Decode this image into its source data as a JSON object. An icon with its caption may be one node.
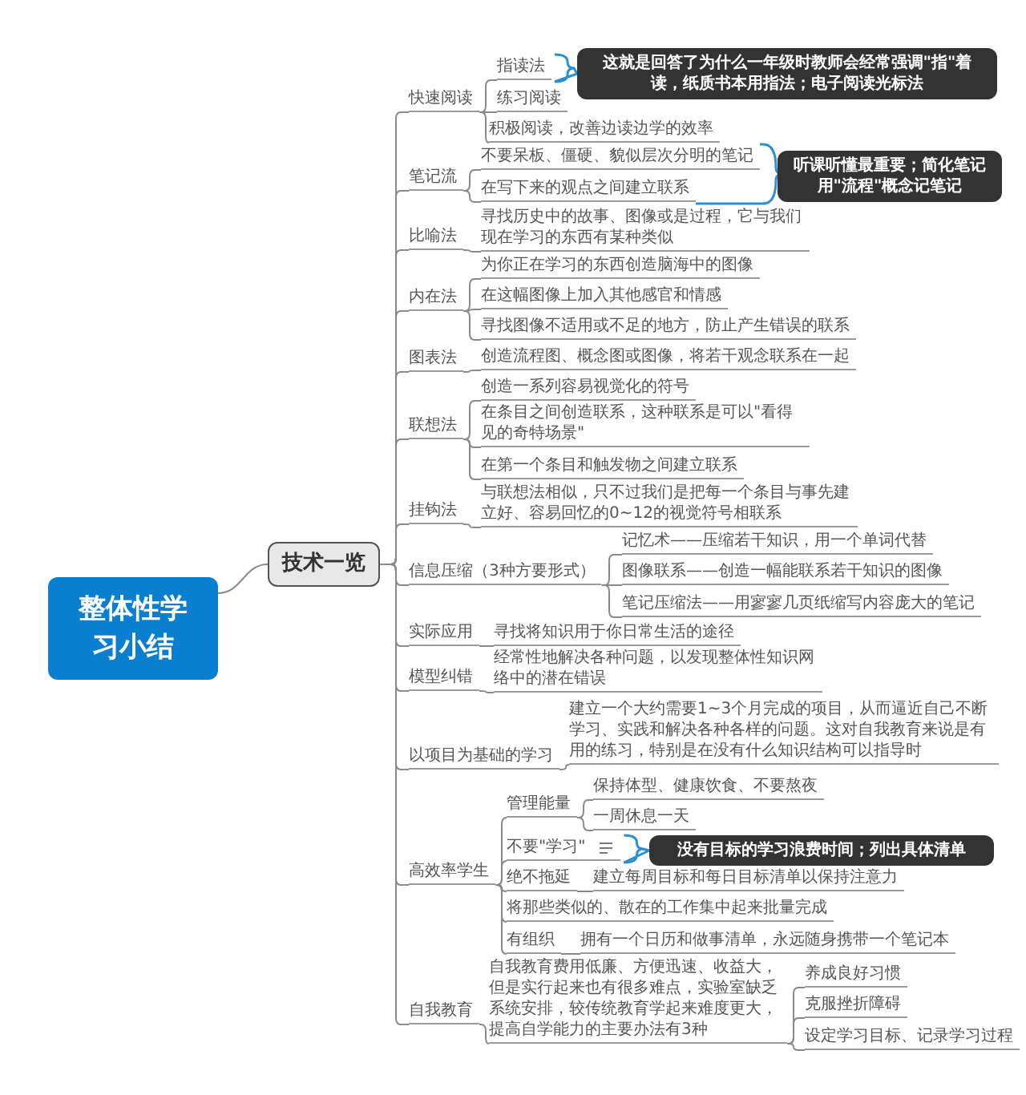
{
  "diagram": {
    "nodes": [
      {
        "text": [
          "整体性学习小结"
        ]
      },
      {
        "text": [
          "技术一览"
        ]
      },
      {
        "text": [
          "快速阅读"
        ]
      },
      {
        "text": [
          "指读法"
        ]
      },
      {
        "text": [
          "练习阅读"
        ]
      },
      {
        "text": [
          "积极阅读，改善边读边学的效率"
        ]
      },
      {
        "text": [
          "这就是回答了为什么一年级时教师会经常强调\"指\"着读，纸质书本用指法；电子阅读光标法"
        ]
      },
      {
        "text": [
          "笔记流"
        ]
      },
      {
        "text": [
          "不要呆板、僵硬、貌似层次分明的笔记"
        ]
      },
      {
        "text": [
          "在写下来的观点之间建立联系"
        ]
      },
      {
        "text": [
          "听课听懂最重要；简化笔记用\"流程\"概念记笔记"
        ]
      },
      {
        "text": [
          "比喻法"
        ]
      },
      {
        "text": [
          "寻找历史中的故事、图像或是过程，它与我们现在学习的东西有某种类似"
        ]
      },
      {
        "text": [
          "内在法"
        ]
      },
      {
        "text": [
          "为你正在学习的东西创造脑海中的图像"
        ]
      },
      {
        "text": [
          "在这幅图像上加入其他感官和情感"
        ]
      },
      {
        "text": [
          "寻找图像不适用或不足的地方，防止产生错误的联系"
        ]
      },
      {
        "text": [
          "图表法"
        ]
      },
      {
        "text": [
          "创造流程图、概念图或图像，将若干观念联系在一起"
        ]
      },
      {
        "text": [
          "联想法"
        ]
      },
      {
        "text": [
          "创造一系列容易视觉化的符号"
        ]
      },
      {
        "text": [
          "在条目之间创造联系，这种联系是可以\"看得见的奇特场景\""
        ]
      },
      {
        "text": [
          "在第一个条目和触发物之间建立联系"
        ]
      },
      {
        "text": [
          "挂钩法"
        ]
      },
      {
        "text": [
          "与联想法相似，只不过我们是把每一个条目与事先建立好、容易回忆的0~12的视觉符号相联系"
        ]
      },
      {
        "text": [
          "信息压缩（3种方要形式）"
        ]
      },
      {
        "text": [
          "记忆术——压缩若干知识，用一个单词代替"
        ]
      },
      {
        "text": [
          "图像联系——创造一幅能联系若干知识的图像"
        ]
      },
      {
        "text": [
          "笔记压缩法——用寥寥几页纸缩写内容庞大的笔记"
        ]
      },
      {
        "text": [
          "实际应用"
        ]
      },
      {
        "text": [
          "寻找将知识用于你日常生活的途径"
        ]
      },
      {
        "text": [
          "模型纠错"
        ]
      },
      {
        "text": [
          "经常性地解决各种问题，以发现整体性知识网络中的潜在错误"
        ]
      },
      {
        "text": [
          "以项目为基础的学习"
        ]
      },
      {
        "text": [
          "建立一个大约需要1~3个月完成的项目，从而逼近自己不断学习、实践和解决各种各样的问题。这对自我教育来说是有用的练习，特别是在没有什么知识结构可以指导时"
        ]
      },
      {
        "text": [
          "高效率学生"
        ]
      },
      {
        "text": [
          "管理能量"
        ]
      },
      {
        "text": [
          "保持体型、健康饮食、不要熬夜"
        ]
      },
      {
        "text": [
          "一周休息一天"
        ]
      },
      {
        "text": [
          "不要\"学习\""
        ]
      },
      {
        "text": [
          "没有目标的学习浪费时间；列出具体清单"
        ]
      },
      {
        "text": [
          "绝不拖延"
        ]
      },
      {
        "text": [
          "建立每周目标和每日目标清单以保持注意力"
        ]
      },
      {
        "text": [
          "将那些类似的、散在的工作集中起来批量完成"
        ]
      },
      {
        "text": [
          "有组织"
        ]
      },
      {
        "text": [
          "拥有一个日历和做事清单，永远随身携带一个笔记本"
        ]
      },
      {
        "text": [
          "自我教育"
        ]
      },
      {
        "text": [
          "自我教育费用低廉、方便迅速、收益大，但是实行起来也有很多难点，实验室缺乏系统安排，较传统教育学起来难度更大，提高自学能力的主要办法有3种"
        ]
      },
      {
        "text": [
          "养成良好习惯"
        ]
      },
      {
        "text": [
          "克服挫折障碍"
        ]
      },
      {
        "text": [
          "设定学习目标、记录学习过程"
        ]
      }
    ],
    "edges": [
      {
        "from": 0,
        "to": 1,
        "arrow": "none"
      },
      {
        "from": 1,
        "to": 2,
        "arrow": "none"
      },
      {
        "from": 1,
        "to": 7,
        "arrow": "none"
      },
      {
        "from": 1,
        "to": 11,
        "arrow": "none"
      },
      {
        "from": 1,
        "to": 13,
        "arrow": "none"
      },
      {
        "from": 1,
        "to": 17,
        "arrow": "none"
      },
      {
        "from": 1,
        "to": 19,
        "arrow": "none"
      },
      {
        "from": 1,
        "to": 23,
        "arrow": "none"
      },
      {
        "from": 1,
        "to": 25,
        "arrow": "none"
      },
      {
        "from": 1,
        "to": 29,
        "arrow": "none"
      },
      {
        "from": 1,
        "to": 31,
        "arrow": "none"
      },
      {
        "from": 1,
        "to": 33,
        "arrow": "none"
      },
      {
        "from": 1,
        "to": 35,
        "arrow": "none"
      },
      {
        "from": 1,
        "to": 46,
        "arrow": "none"
      },
      {
        "from": 2,
        "to": 3,
        "arrow": "none"
      },
      {
        "from": 2,
        "to": 4,
        "arrow": "none"
      },
      {
        "from": 2,
        "to": 5,
        "arrow": "none"
      },
      {
        "from": 3,
        "to": 6,
        "arrow": "none",
        "color": "#2b8fd6"
      },
      {
        "from": 7,
        "to": 8,
        "arrow": "none"
      },
      {
        "from": 7,
        "to": 9,
        "arrow": "none"
      },
      {
        "from": 8,
        "to": 10,
        "arrow": "none",
        "color": "#2b8fd6"
      },
      {
        "from": 9,
        "to": 10,
        "arrow": "none",
        "color": "#2b8fd6"
      },
      {
        "from": 11,
        "to": 12,
        "arrow": "none"
      },
      {
        "from": 13,
        "to": 14,
        "arrow": "none"
      },
      {
        "from": 13,
        "to": 15,
        "arrow": "none"
      },
      {
        "from": 13,
        "to": 16,
        "arrow": "none"
      },
      {
        "from": 17,
        "to": 18,
        "arrow": "none"
      },
      {
        "from": 19,
        "to": 20,
        "arrow": "none"
      },
      {
        "from": 19,
        "to": 21,
        "arrow": "none"
      },
      {
        "from": 19,
        "to": 22,
        "arrow": "none"
      },
      {
        "from": 23,
        "to": 24,
        "arrow": "none"
      },
      {
        "from": 25,
        "to": 26,
        "arrow": "none"
      },
      {
        "from": 25,
        "to": 27,
        "arrow": "none"
      },
      {
        "from": 25,
        "to": 28,
        "arrow": "none"
      },
      {
        "from": 29,
        "to": 30,
        "arrow": "none"
      },
      {
        "from": 31,
        "to": 32,
        "arrow": "none"
      },
      {
        "from": 33,
        "to": 34,
        "arrow": "none"
      },
      {
        "from": 35,
        "to": 36,
        "arrow": "none"
      },
      {
        "from": 35,
        "to": 39,
        "arrow": "none"
      },
      {
        "from": 35,
        "to": 41,
        "arrow": "none"
      },
      {
        "from": 35,
        "to": 43,
        "arrow": "none"
      },
      {
        "from": 35,
        "to": 44,
        "arrow": "none"
      },
      {
        "from": 36,
        "to": 37,
        "arrow": "none"
      },
      {
        "from": 36,
        "to": 38,
        "arrow": "none"
      },
      {
        "from": 39,
        "to": 40,
        "arrow": "none",
        "color": "#2b8fd6"
      },
      {
        "from": 41,
        "to": 42,
        "arrow": "none"
      },
      {
        "from": 44,
        "to": 45,
        "arrow": "none"
      },
      {
        "from": 46,
        "to": 47,
        "arrow": "none"
      },
      {
        "from": 47,
        "to": 48,
        "arrow": "none"
      },
      {
        "from": 47,
        "to": 49,
        "arrow": "none"
      },
      {
        "from": 47,
        "to": 50,
        "arrow": "none"
      }
    ]
  }
}
